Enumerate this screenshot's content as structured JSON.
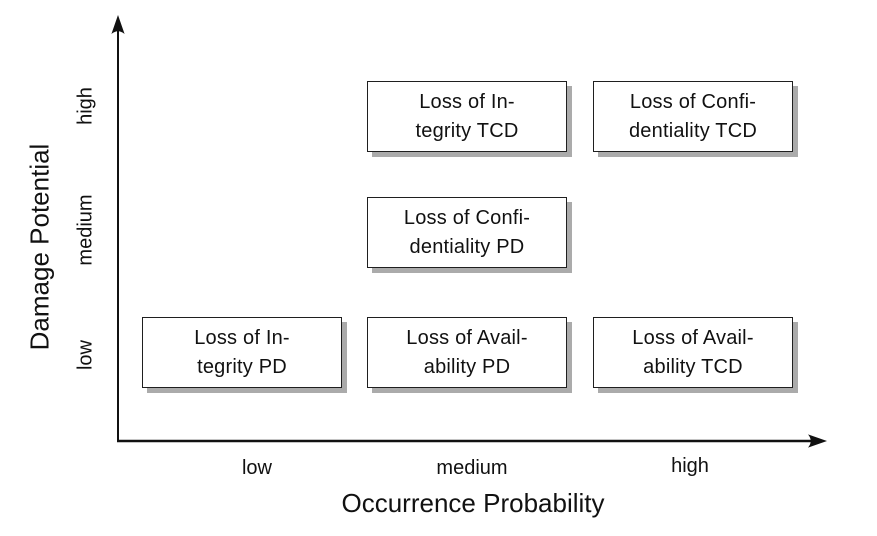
{
  "figure": {
    "x_axis": {
      "label": "Occurrence Probability",
      "ticks": [
        "low",
        "medium",
        "high"
      ]
    },
    "y_axis": {
      "label": "Damage Potential",
      "ticks": [
        "low",
        "medium",
        "high"
      ]
    },
    "boxes": [
      {
        "name": "loss-of-integrity-tcd",
        "line1": "Loss of In-",
        "line2": "tegrity TCD"
      },
      {
        "name": "loss-of-confidentiality-tcd",
        "line1": "Loss of Confi-",
        "line2": "dentiality TCD"
      },
      {
        "name": "loss-of-confidentiality-pd",
        "line1": "Loss of Confi-",
        "line2": "dentiality PD"
      },
      {
        "name": "loss-of-integrity-pd",
        "line1": "Loss of In-",
        "line2": "tegrity PD"
      },
      {
        "name": "loss-of-availability-pd",
        "line1": "Loss of Avail-",
        "line2": "ability PD"
      },
      {
        "name": "loss-of-availability-tcd",
        "line1": "Loss of Avail-",
        "line2": "ability TCD"
      }
    ],
    "colors": {
      "axis": "#111111",
      "box_border": "#1f1f1f",
      "box_shadow": "#ababab",
      "background": "#ffffff",
      "text": "#111111"
    }
  },
  "chart_data": {
    "type": "scatter",
    "title": "",
    "xlabel": "Occurrence Probability",
    "ylabel": "Damage Potential",
    "x_ticks": [
      "low",
      "medium",
      "high"
    ],
    "y_ticks": [
      "low",
      "medium",
      "high"
    ],
    "grid": false,
    "legend": false,
    "points": [
      {
        "label": "Loss of Integrity TCD",
        "x": "medium",
        "y": "high"
      },
      {
        "label": "Loss of Confidentiality TCD",
        "x": "high",
        "y": "high"
      },
      {
        "label": "Loss of Confidentiality PD",
        "x": "medium",
        "y": "medium"
      },
      {
        "label": "Loss of Integrity PD",
        "x": "low",
        "y": "low"
      },
      {
        "label": "Loss of Availability PD",
        "x": "medium",
        "y": "low"
      },
      {
        "label": "Loss of Availability TCD",
        "x": "high",
        "y": "low"
      }
    ]
  }
}
